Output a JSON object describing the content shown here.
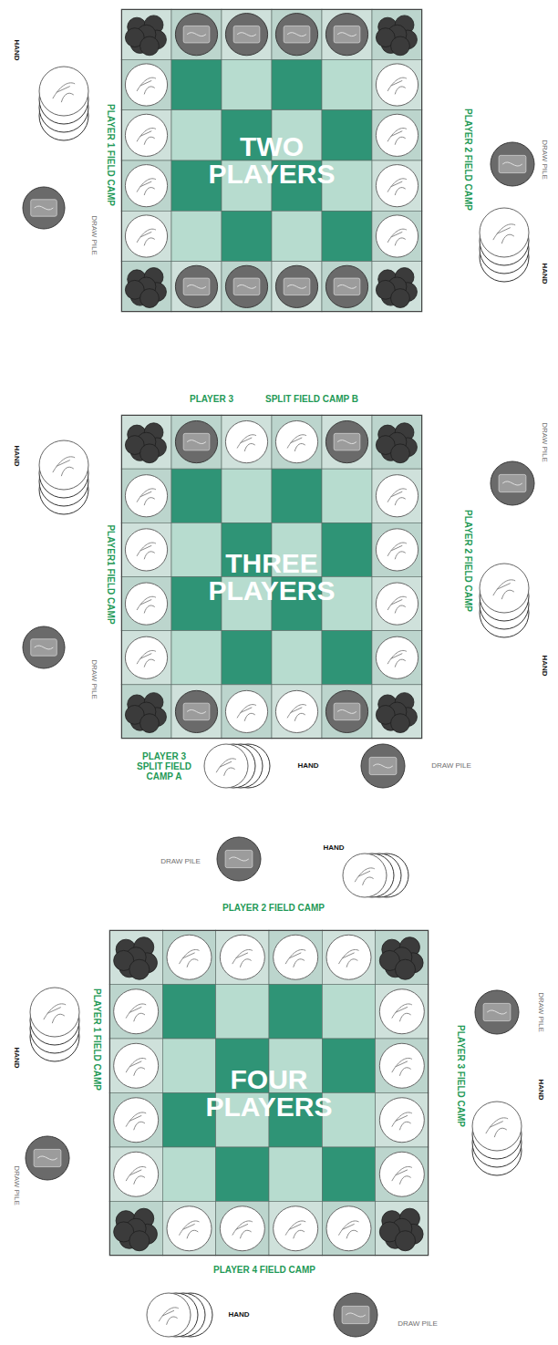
{
  "diagram": {
    "nodes": [
      {
        "text": [
          "TWO PLAYERS"
        ]
      },
      {
        "text": [
          "THREE PLAYERS"
        ]
      },
      {
        "text": [
          "FOUR PLAYERS"
        ]
      }
    ],
    "labels": [
      "HAND",
      "DRAW PILE",
      "PLAYER 1 FIELD CAMP",
      "PLAYER 2 FIELD CAMP",
      "DRAW PILE",
      "HAND",
      "PLAYER 3",
      "SPLIT FIELD CAMP B",
      "HAND",
      "DRAW PILE",
      "PLAYER1 FIELD CAMP",
      "PLAYER 2 FIELD CAMP",
      "DRAW PILE",
      "HAND",
      "PLAYER 3 SPLIT FIELD CAMP A",
      "HAND",
      "DRAW PILE",
      "DRAW PILE",
      "HAND",
      "PLAYER 2 FIELD CAMP",
      "PLAYER 1 FIELD CAMP",
      "HAND",
      "DRAW PILE",
      "PLAYER 3 FIELD CAMP",
      "DRAW PILE",
      "HAND",
      "PLAYER 4 FIELD CAMP",
      "HAND",
      "DRAW PILE"
    ]
  }
}
